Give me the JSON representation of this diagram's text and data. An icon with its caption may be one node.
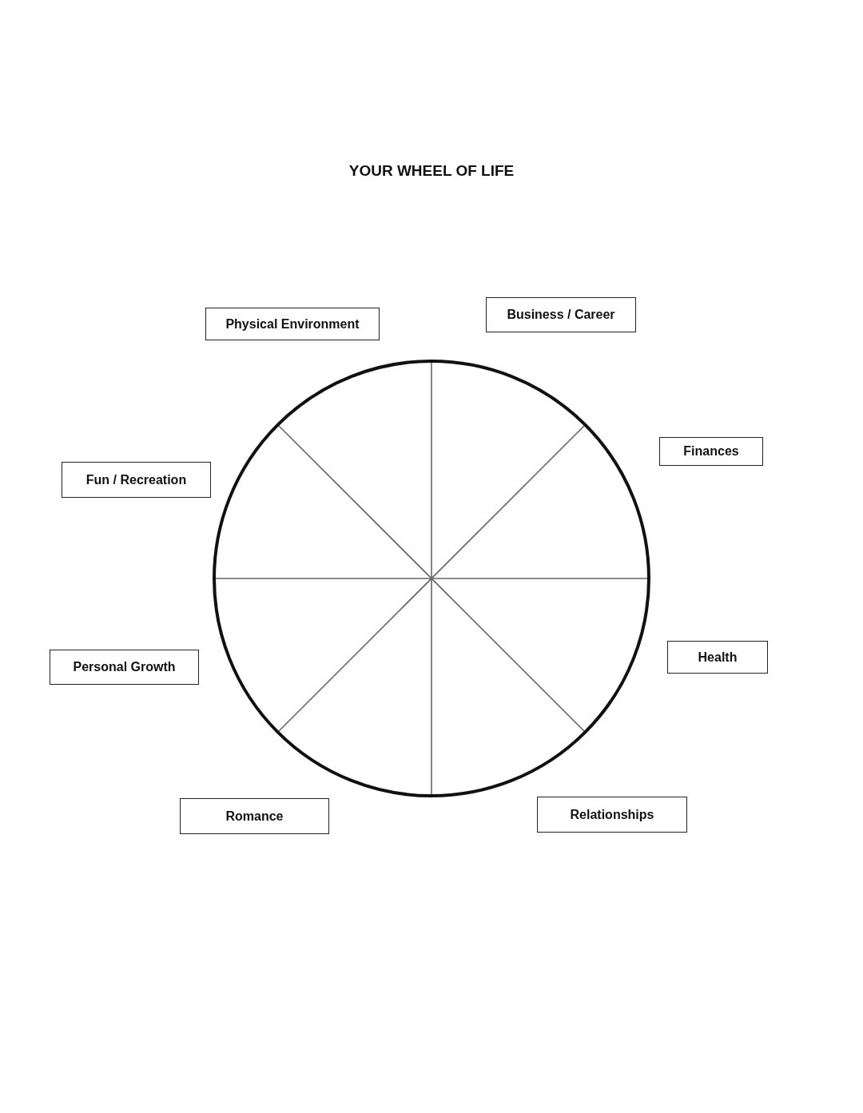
{
  "diagram": {
    "title": "YOUR WHEEL OF LIFE",
    "nodes": [
      {
        "text": [
          "Physical Environment"
        ]
      },
      {
        "text": [
          "Business / Career"
        ]
      },
      {
        "text": [
          "Fun / Recreation"
        ]
      },
      {
        "text": [
          "Finances"
        ]
      },
      {
        "text": [
          "Personal Growth"
        ]
      },
      {
        "text": [
          "Health"
        ]
      },
      {
        "text": [
          "Romance"
        ]
      },
      {
        "text": [
          "Relationships"
        ]
      }
    ]
  }
}
